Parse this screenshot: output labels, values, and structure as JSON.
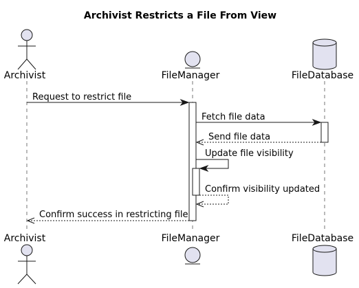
{
  "diagram": {
    "title": "Archivist Restricts a File From View",
    "participants": [
      {
        "id": "archivist",
        "label": "Archivist",
        "kind": "actor"
      },
      {
        "id": "filemanager",
        "label": "FileManager",
        "kind": "entity"
      },
      {
        "id": "filedatabase",
        "label": "FileDatabase",
        "kind": "database"
      }
    ],
    "messages": [
      {
        "from": "archivist",
        "to": "filemanager",
        "label": "Request to restrict file",
        "style": "solid"
      },
      {
        "from": "filemanager",
        "to": "filedatabase",
        "label": "Fetch file data",
        "style": "solid"
      },
      {
        "from": "filedatabase",
        "to": "filemanager",
        "label": "Send file data",
        "style": "dashed"
      },
      {
        "from": "filemanager",
        "to": "filemanager",
        "label": "Update file visibility",
        "style": "solid"
      },
      {
        "from": "filemanager",
        "to": "filemanager",
        "label": "Confirm visibility updated",
        "style": "dashed"
      },
      {
        "from": "filemanager",
        "to": "archivist",
        "label": "Confirm success in restricting file",
        "style": "dashed"
      }
    ]
  }
}
